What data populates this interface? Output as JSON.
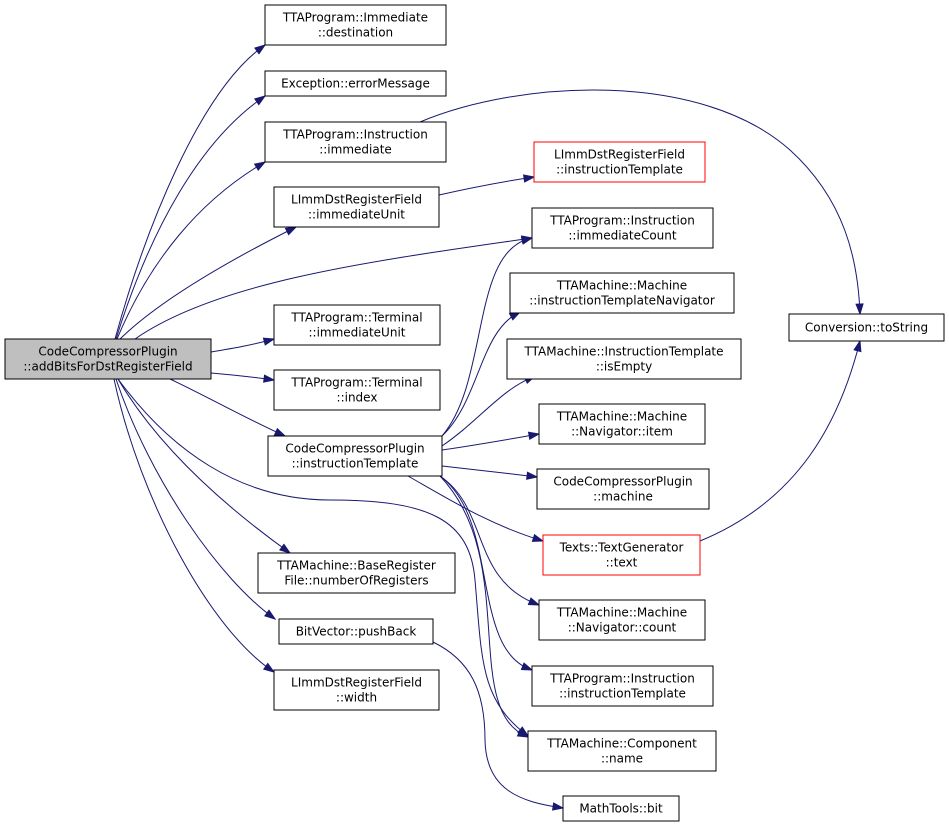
{
  "colors": {
    "edge": "#191970",
    "node_border": "#000000",
    "node_fill": "#ffffff",
    "root_fill": "#bfbfbf",
    "missing_border": "#ff0000"
  },
  "nodes": {
    "root": {
      "lines": [
        "CodeCompressorPlugin",
        "::addBitsForDstRegisterField"
      ],
      "style": "root"
    },
    "immediate_destination": {
      "lines": [
        "TTAProgram::Immediate",
        "::destination"
      ],
      "style": "normal"
    },
    "exception_errormessage": {
      "lines": [
        "Exception::errorMessage"
      ],
      "style": "normal"
    },
    "instruction_immediate": {
      "lines": [
        "TTAProgram::Instruction",
        "::immediate"
      ],
      "style": "normal"
    },
    "limm_immediateunit": {
      "lines": [
        "LImmDstRegisterField",
        "::immediateUnit"
      ],
      "style": "normal"
    },
    "terminal_immediateunit": {
      "lines": [
        "TTAProgram::Terminal",
        "::immediateUnit"
      ],
      "style": "normal"
    },
    "terminal_index": {
      "lines": [
        "TTAProgram::Terminal",
        "::index"
      ],
      "style": "normal"
    },
    "ccp_instructiontemplate": {
      "lines": [
        "CodeCompressorPlugin",
        "::instructionTemplate"
      ],
      "style": "normal"
    },
    "baseregisterfile_numberofregisters": {
      "lines": [
        "TTAMachine::BaseRegister",
        "File::numberOfRegisters"
      ],
      "style": "normal"
    },
    "bitvector_pushback": {
      "lines": [
        "BitVector::pushBack"
      ],
      "style": "normal"
    },
    "limm_width": {
      "lines": [
        "LImmDstRegisterField",
        "::width"
      ],
      "style": "normal"
    },
    "limm_instructiontemplate": {
      "lines": [
        "LImmDstRegisterField",
        "::instructionTemplate"
      ],
      "style": "missing"
    },
    "instruction_immediatecount": {
      "lines": [
        "TTAProgram::Instruction",
        "::immediateCount"
      ],
      "style": "normal"
    },
    "machine_instructiontemplatenavigator": {
      "lines": [
        "TTAMachine::Machine",
        "::instructionTemplateNavigator"
      ],
      "style": "normal"
    },
    "instructiontemplate_isempty": {
      "lines": [
        "TTAMachine::InstructionTemplate",
        "::isEmpty"
      ],
      "style": "normal"
    },
    "navigator_item": {
      "lines": [
        "TTAMachine::Machine",
        "::Navigator::item"
      ],
      "style": "normal"
    },
    "ccp_machine": {
      "lines": [
        "CodeCompressorPlugin",
        "::machine"
      ],
      "style": "normal"
    },
    "textgenerator_text": {
      "lines": [
        "Texts::TextGenerator",
        "::text"
      ],
      "style": "missing"
    },
    "navigator_count": {
      "lines": [
        "TTAMachine::Machine",
        "::Navigator::count"
      ],
      "style": "normal"
    },
    "instruction_instructiontemplate": {
      "lines": [
        "TTAProgram::Instruction",
        "::instructionTemplate"
      ],
      "style": "normal"
    },
    "component_name": {
      "lines": [
        "TTAMachine::Component",
        "::name"
      ],
      "style": "normal"
    },
    "mathtools_bit": {
      "lines": [
        "MathTools::bit"
      ],
      "style": "normal"
    },
    "conversion_tostring": {
      "lines": [
        "Conversion::toString"
      ],
      "style": "normal"
    }
  },
  "edges": [
    [
      "root",
      "immediate_destination"
    ],
    [
      "root",
      "exception_errormessage"
    ],
    [
      "root",
      "instruction_immediate"
    ],
    [
      "root",
      "limm_immediateunit"
    ],
    [
      "root",
      "instruction_immediatecount"
    ],
    [
      "root",
      "terminal_immediateunit"
    ],
    [
      "root",
      "terminal_index"
    ],
    [
      "root",
      "ccp_instructiontemplate"
    ],
    [
      "root",
      "baseregisterfile_numberofregisters"
    ],
    [
      "root",
      "bitvector_pushback"
    ],
    [
      "root",
      "limm_width"
    ],
    [
      "root",
      "component_name"
    ],
    [
      "exception_errormessage",
      "conversion_tostring"
    ],
    [
      "limm_immediateunit",
      "limm_instructiontemplate"
    ],
    [
      "ccp_instructiontemplate",
      "instruction_immediatecount"
    ],
    [
      "ccp_instructiontemplate",
      "machine_instructiontemplatenavigator"
    ],
    [
      "ccp_instructiontemplate",
      "instructiontemplate_isempty"
    ],
    [
      "ccp_instructiontemplate",
      "navigator_item"
    ],
    [
      "ccp_instructiontemplate",
      "ccp_machine"
    ],
    [
      "ccp_instructiontemplate",
      "textgenerator_text"
    ],
    [
      "ccp_instructiontemplate",
      "navigator_count"
    ],
    [
      "ccp_instructiontemplate",
      "instruction_instructiontemplate"
    ],
    [
      "ccp_instructiontemplate",
      "component_name"
    ],
    [
      "bitvector_pushback",
      "mathtools_bit"
    ],
    [
      "textgenerator_text",
      "conversion_tostring"
    ]
  ]
}
